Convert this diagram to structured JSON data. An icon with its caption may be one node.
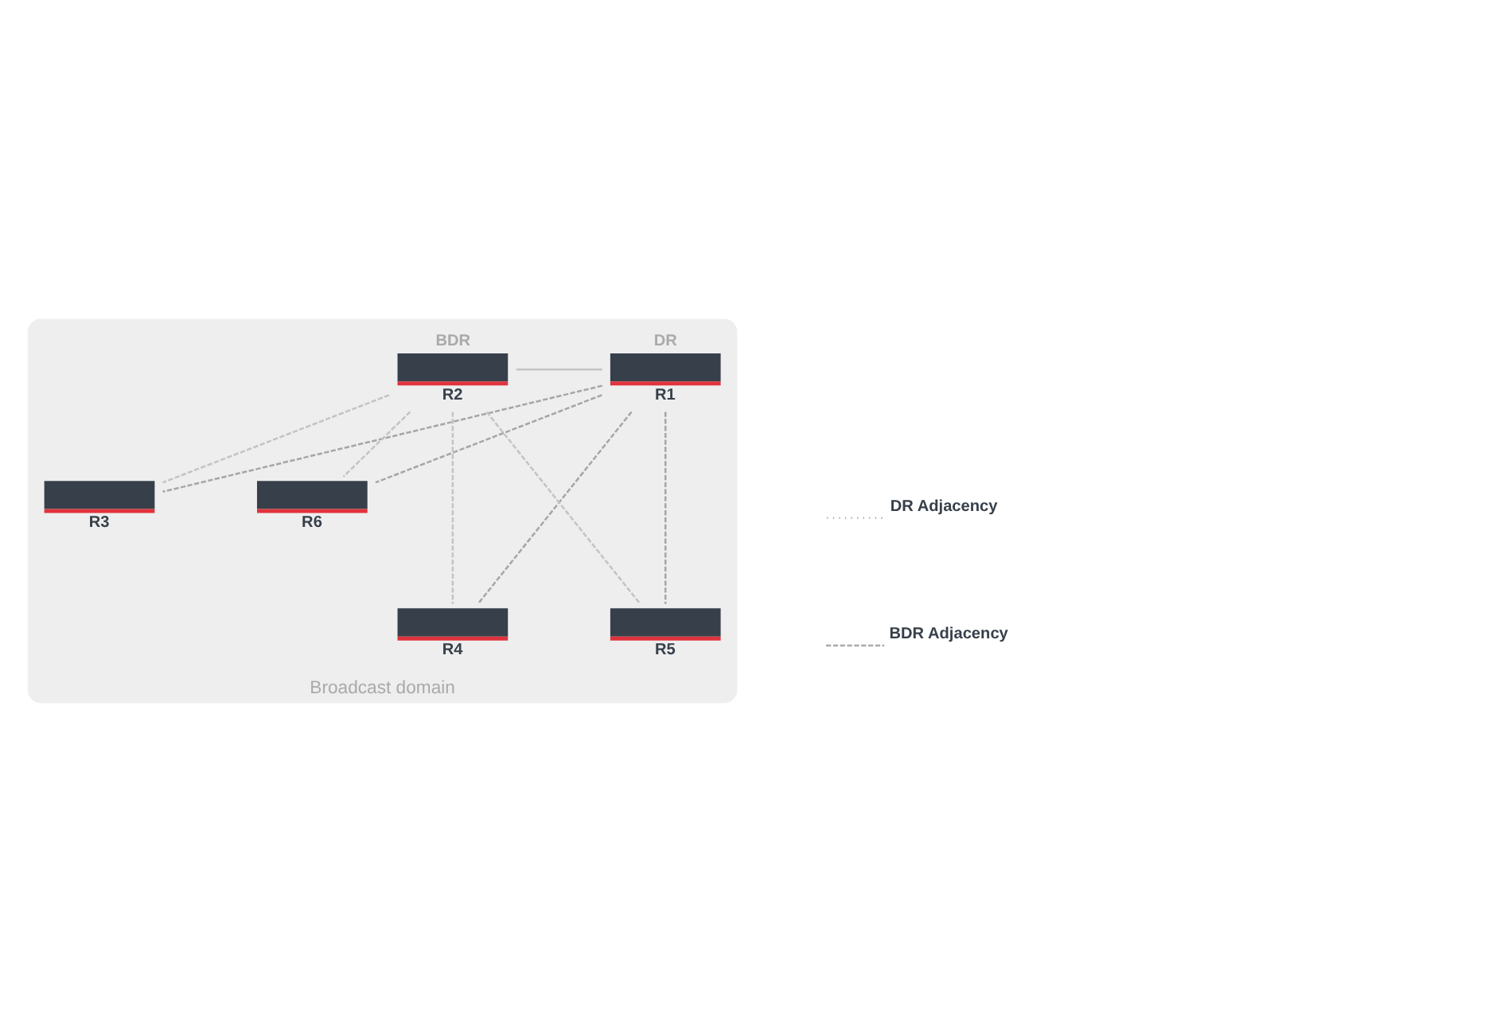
{
  "diagram": {
    "nodes": [
      {
        "text": [
          "Broadcast domain"
        ]
      },
      {
        "text": [
          "DR",
          "R1"
        ],
        "in": 0
      },
      {
        "text": [
          "BDR",
          "R2"
        ],
        "in": 0
      },
      {
        "text": [
          "R3"
        ],
        "in": 0
      },
      {
        "text": [
          "R6"
        ],
        "in": 0
      },
      {
        "text": [
          "R4"
        ],
        "in": 0
      },
      {
        "text": [
          "R5"
        ],
        "in": 0
      }
    ],
    "edges": [
      {
        "from": 1,
        "to": 2,
        "arrow": "none"
      },
      {
        "from": 1,
        "to": 3,
        "arrow": "none",
        "style": "dashed",
        "color": "#a6a6a6"
      },
      {
        "from": 1,
        "to": 5,
        "arrow": "none",
        "style": "dashed",
        "color": "#a6a6a6"
      },
      {
        "from": 1,
        "to": 6,
        "arrow": "none",
        "style": "dashed",
        "color": "#a6a6a6"
      },
      {
        "from": 1,
        "to": 4,
        "arrow": "none",
        "style": "dashed",
        "color": "#a6a6a6"
      },
      {
        "from": 2,
        "to": 3,
        "arrow": "none",
        "style": "dashed"
      },
      {
        "from": 2,
        "to": 5,
        "arrow": "none",
        "style": "dashed"
      },
      {
        "from": 2,
        "to": 6,
        "arrow": "none",
        "style": "dashed"
      },
      {
        "from": 2,
        "to": 4,
        "arrow": "none",
        "style": "dashed"
      }
    ],
    "legend": [
      {
        "text": "DR Adjacency"
      },
      {
        "text": "BDR Adjacency"
      }
    ]
  }
}
